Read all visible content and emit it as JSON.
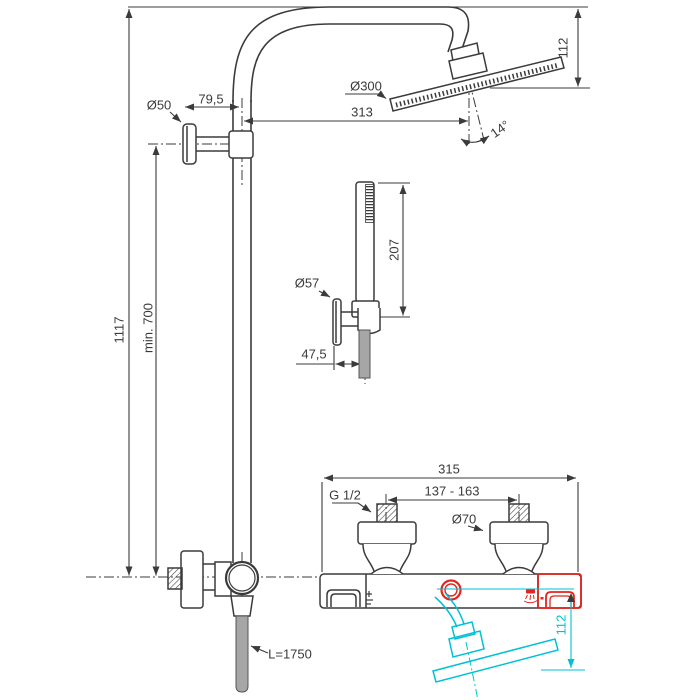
{
  "drawing": {
    "title": "shower-system-technical-drawing",
    "colors": {
      "line": "#3b3b3b",
      "red": "#e4251f",
      "cyan": "#00c2d4",
      "gray": "#a6a6a6"
    },
    "labels": {
      "overall_height": "1117",
      "min_height": "min. 700",
      "bracket_diameter": "Ø50",
      "bracket_offset": "79,5",
      "head_diameter": "Ø300",
      "head_reach": "313",
      "head_drop": "112",
      "head_angle": "14°",
      "handshower_length": "207",
      "holder_diameter": "Ø57",
      "holder_offset": "47,5",
      "hose_length": "L=1750",
      "mixer_width": "315",
      "connection_spread": "137 - 163",
      "thread_size": "G 1/2",
      "escutcheon_diameter": "Ø70",
      "ghost_head_drop": "112"
    },
    "icons": {
      "shower_mode_icon": "overhead-shower-spray",
      "temperature_marks": "plus-minus-scale"
    }
  }
}
